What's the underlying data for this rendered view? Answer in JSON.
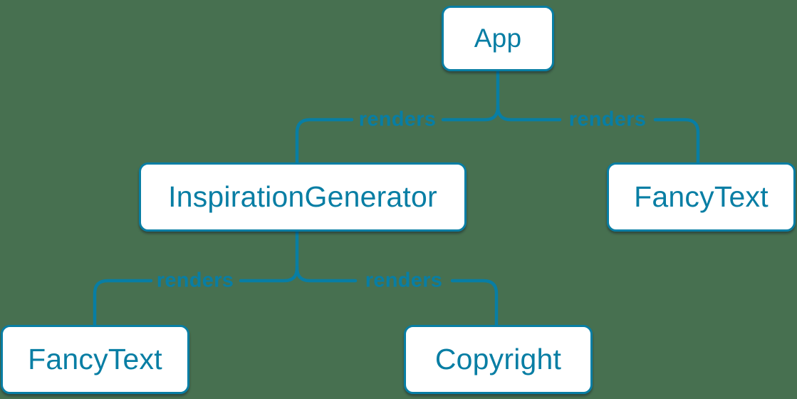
{
  "diagram": {
    "type": "component-render-tree",
    "nodes": {
      "app": {
        "label": "App"
      },
      "inspiration_generator": {
        "label": "InspirationGenerator"
      },
      "fancy_text_right": {
        "label": "FancyText"
      },
      "fancy_text_left": {
        "label": "FancyText"
      },
      "copyright": {
        "label": "Copyright"
      }
    },
    "edges": [
      {
        "from": "App",
        "to": "InspirationGenerator",
        "label": "renders"
      },
      {
        "from": "App",
        "to": "FancyText",
        "label": "renders"
      },
      {
        "from": "InspirationGenerator",
        "to": "FancyText",
        "label": "renders"
      },
      {
        "from": "InspirationGenerator",
        "to": "Copyright",
        "label": "renders"
      }
    ],
    "colors": {
      "accent": "#087ea4",
      "node_background": "#ffffff",
      "node_text": "#087ea4",
      "edge_stroke": "#087ea4",
      "page_background": "#477050"
    }
  }
}
